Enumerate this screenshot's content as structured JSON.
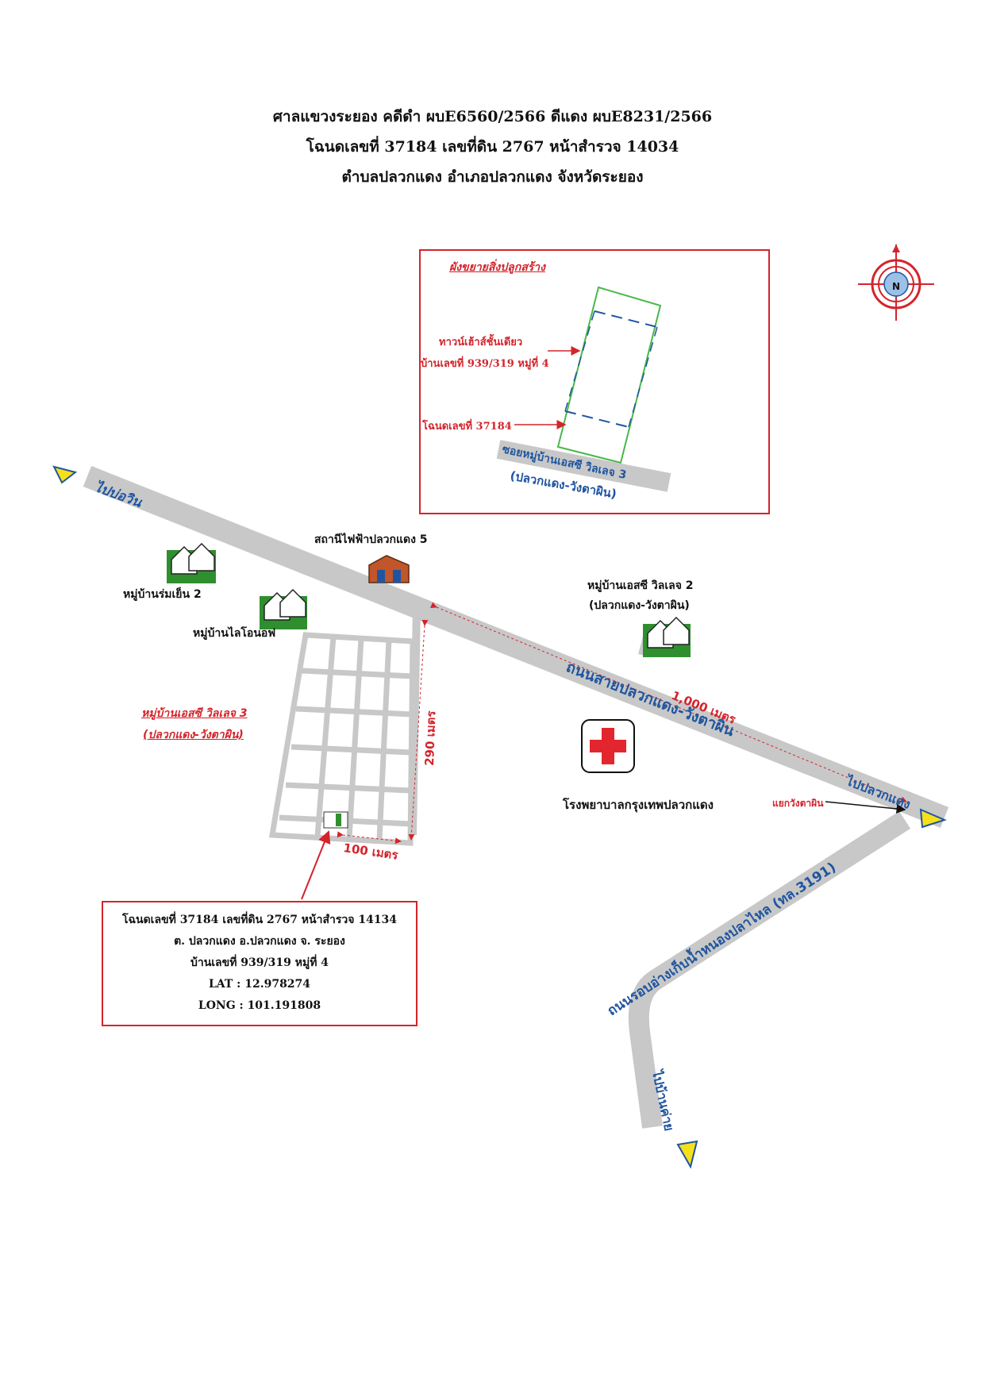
{
  "header": {
    "line1": "ศาลแขวงระยอง คดีดำ ผบE6560/2566 ดีแดง ผบE8231/2566",
    "line2": "โฉนดเลขที่ 37184 เลขที่ดิน 2767 หน้าสำรวจ 14034",
    "line3": "ตำบลปลวกแดง อำเภอปลวกแดง จังหวัดระยอง"
  },
  "inset": {
    "title": "ผังขยายสิ่งปลูกสร้าง",
    "townhouse_label": "ทาวน์เฮ้าส์ชั้นเดียว",
    "house_no_label": "บ้านเลขที่ 939/319 หมู่ที่ 4",
    "deed_label": "โฉนดเลขที่ 37184",
    "soi_label": "ซอยหมู่บ้านเอสซี วิลเลจ 3",
    "soi_sub": "(ปลวกแดง-วังตาผิน)"
  },
  "compass": {
    "label": "N"
  },
  "map": {
    "to_bo_win": "ไปบ่อวิน",
    "to_pluak_daeng": "ไปปลวกแดง",
    "to_ban_khai": "ไปบ้านค่าย",
    "main_road": "ถนนสายปลวกแดง-วังตาผิน",
    "side_road": "ถนนรอบอ่างเก็บน้ำหนองปลาไหล (ทล.3191)",
    "substation": "สถานีไฟฟ้าปลวกแดง 5",
    "village_rom_yen": "หมู่บ้านร่มเย็น 2",
    "village_lion": "หมู่บ้านไลโอนอฟ",
    "village_sc2": "หมู่บ้านเอสซี วิลเลจ 2",
    "village_sc2_sub": "(ปลวกแดง-วังตาผิน)",
    "village_sc3": "หมู่บ้านเอสซี วิลเลจ 3",
    "village_sc3_sub": "(ปลวกแดง-วังตาผิน)",
    "hospital": "โรงพยาบาลกรุงเทพปลวกแดง",
    "junction": "แยกวังตาผิน",
    "dist_1000": "1,000 เมตร",
    "dist_290": "290 เมตร",
    "dist_100": "100 เมตร"
  },
  "info_box": {
    "line1": "โฉนดเลขที่ 37184 เลขที่ดิน 2767 หน้าสำรวจ 14134",
    "line2": "ต. ปลวกแดง อ.ปลวกแดง จ. ระยอง",
    "line3": "บ้านเลขที่ 939/319 หมู่ที่ 4",
    "lat": "LAT : 12.978274",
    "long": "LONG :  101.191808"
  },
  "colors": {
    "accent_red": "#d4242b",
    "road_gray": "#c8c8c8",
    "arrow_yellow": "#f6e01c",
    "text_blue": "#1f55a0",
    "house_green": "#2f8f2f"
  }
}
